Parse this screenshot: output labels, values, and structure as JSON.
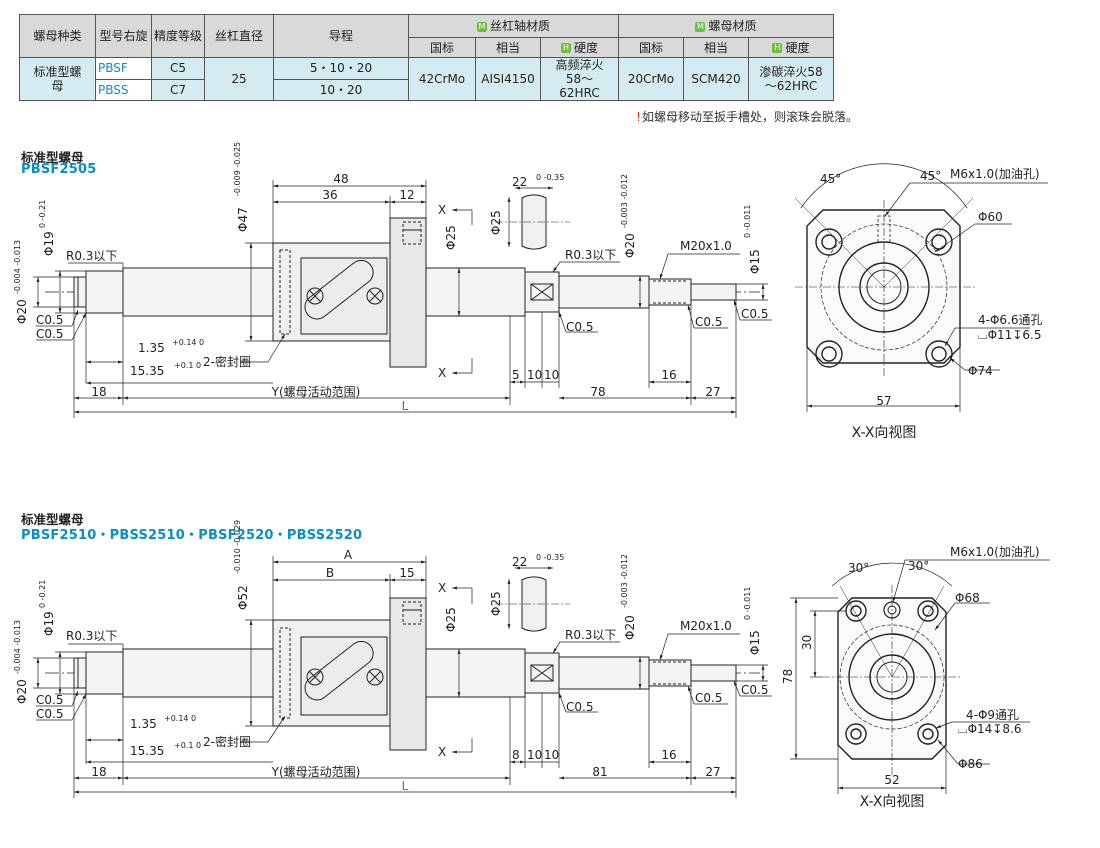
{
  "table": {
    "h_nut_type": "螺母种类",
    "h_model": "型号右旋",
    "h_accuracy": "精度等级",
    "h_diameter": "丝杠直径",
    "h_lead": "导程",
    "h_shaft_material": "丝杠轴材质",
    "h_nut_material": "螺母材质",
    "h_standard": "国标",
    "h_equivalent": "相当",
    "h_hardness": "硬度",
    "nut_type": "标准型螺母",
    "model_1": "PBSF",
    "model_2": "PBSS",
    "accuracy_1": "C5",
    "accuracy_2": "C7",
    "diameter": "25",
    "lead_1": "5・10・20",
    "lead_2": "10・20",
    "shaft_std": "42CrMo",
    "shaft_eq": "AISI4150",
    "shaft_hard": "高频淬火58～62HRC",
    "nut_std": "20CrMo",
    "nut_eq": "SCM420",
    "nut_hard": "渗碳淬火58～62HRC",
    "badge_m": "M",
    "badge_h": "H"
  },
  "note": {
    "icon": "!",
    "text": "如螺母移动至扳手槽处，则滚珠会脱落。"
  },
  "section1": {
    "title": "标准型螺母",
    "models": "PBSF2505",
    "d47": "Φ47",
    "d47_tol": "-0.009 -0.025",
    "dim48": "48",
    "dim36": "36",
    "dim12": "12",
    "d19": "Φ19",
    "d19_tol": "0 -0.21",
    "r03_left": "R0.3以下",
    "d20": "Φ20",
    "d20_tol": "-0.004 -0.013",
    "c05": "C0.5",
    "dim135": "1.35",
    "tol135": "+0.14 0",
    "dim1535": "15.35",
    "tol1535": "+0.1 0",
    "seal": "2-密封圈",
    "dim18": "18",
    "travel": "Y(螺母活动范围)",
    "length": "L",
    "x": "X",
    "d25": "Φ25",
    "flat22": "22",
    "flat22_tol": "0 -0.35",
    "d20b": "Φ20",
    "d20b_tol": "-0.003 -0.012",
    "r03_right": "R0.3以下",
    "m20": "M20x1.0",
    "d15": "Φ15",
    "d15_tol": "0 -0.011",
    "dim5": "5",
    "dim10": "10",
    "dim78": "78",
    "dim16": "16",
    "dim27": "27",
    "angle1": "45°",
    "angle2": "45°",
    "oil_hole": "M6x1.0(加油孔)",
    "pcd": "Φ60",
    "holes": "4-Φ6.6通孔",
    "cbore": "⌴Φ11↧6.5",
    "flange": "Φ74",
    "width": "57",
    "view": "X-X向视图"
  },
  "section2": {
    "title": "标准型螺母",
    "models": "PBSF2510・PBSS2510・PBSF2520・PBSS2520",
    "d52": "Φ52",
    "d52_tol": "-0.010 -0.029",
    "dimA": "A",
    "dimB": "B",
    "dim15": "15",
    "d19": "Φ19",
    "d19_tol": "0 -0.21",
    "r03_left": "R0.3以下",
    "d20": "Φ20",
    "d20_tol": "-0.004 -0.013",
    "c05": "C0.5",
    "dim135": "1.35",
    "tol135": "+0.14 0",
    "dim1535": "15.35",
    "tol1535": "+0.1 0",
    "seal": "2-密封圈",
    "dim18": "18",
    "travel": "Y(螺母活动范围)",
    "length": "L",
    "x": "X",
    "d25": "Φ25",
    "flat22": "22",
    "flat22_tol": "0 -0.35",
    "d20b": "Φ20",
    "d20b_tol": "-0.003 -0.012",
    "r03_right": "R0.3以下",
    "m20": "M20x1.0",
    "d15": "Φ15",
    "d15_tol": "0 -0.011",
    "dim8": "8",
    "dim10": "10",
    "dim81": "81",
    "dim16": "16",
    "dim27": "27",
    "angle1": "30°",
    "angle2": "30°",
    "oil_hole": "M6x1.0(加油孔)",
    "pcd": "Φ68",
    "holes": "4-Φ9通孔",
    "cbore": "⌴Φ14↧8.6",
    "flange": "Φ86",
    "width": "52",
    "height": "78",
    "half": "30",
    "view": "X-X向视图"
  }
}
